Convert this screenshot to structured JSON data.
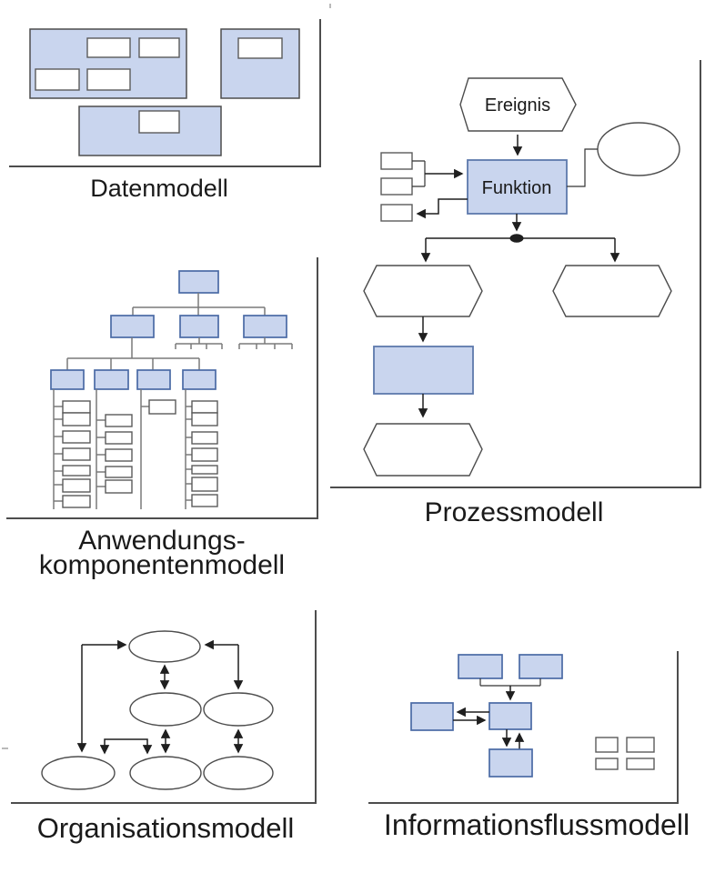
{
  "figure_background": "#ffffff",
  "colors": {
    "node_fill": "#c9d5ee",
    "node_border_blue": "#4a6aa5",
    "node_border_soft": "#5d79ac",
    "node_border_gray": "#5a5a5a",
    "shape_outline": "#4d4d4d",
    "connector_dark": "#1f1f1f",
    "connector_gray": "#7a7a7a",
    "panel_border": "#4d4d4d",
    "text": "#1a1a1a"
  },
  "panels": [
    {
      "id": "datenmodell",
      "label": "Datenmodell"
    },
    {
      "id": "prozessmodell",
      "label": "Prozessmodell",
      "nodes": {
        "event": "Ereignis",
        "function": "Funktion"
      }
    },
    {
      "id": "anwendungskomponentenmodell",
      "label_lines": [
        "Anwendungs-",
        "komponentenmodell"
      ]
    },
    {
      "id": "organisationsmodell",
      "label": "Organisationsmodell"
    },
    {
      "id": "informationsflussmodell",
      "label": "Informationsflussmodell"
    }
  ]
}
